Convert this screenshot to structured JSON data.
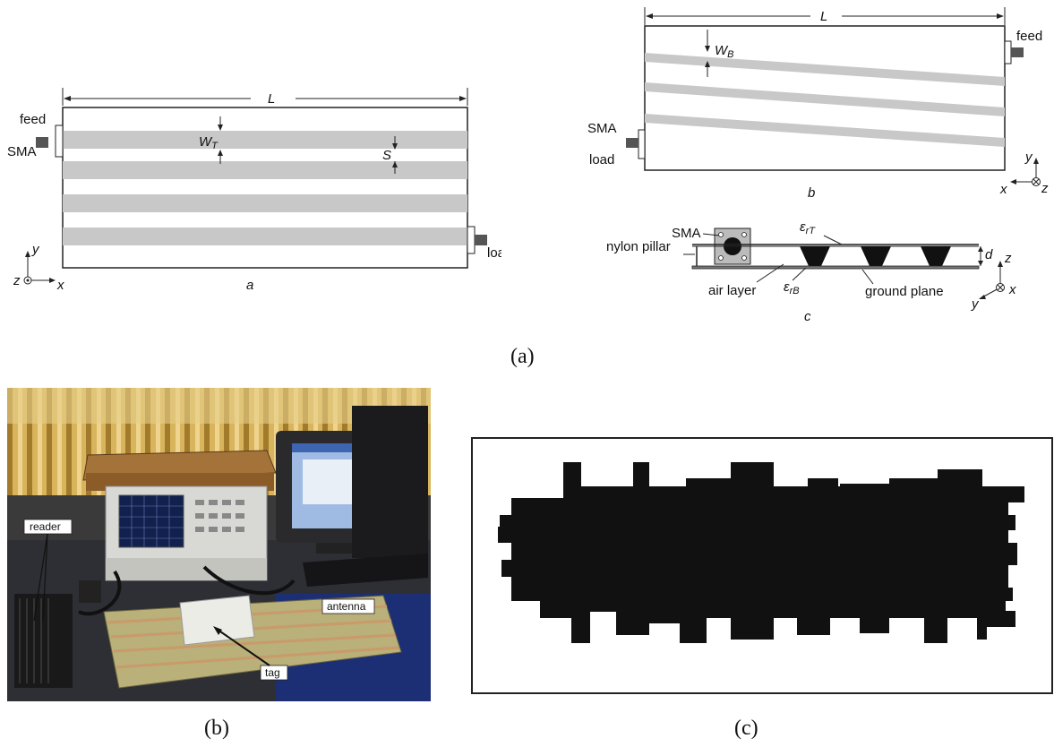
{
  "panel_a": {
    "sub_a": {
      "label_L": "L",
      "label_feed": "feed",
      "label_sma": "SMA",
      "label_wt": "W",
      "label_wt_sub": "T",
      "label_s": "S",
      "label_load": "load",
      "axis_y": "y",
      "axis_z": "z",
      "axis_x": "x",
      "sublabel": "a"
    },
    "sub_b": {
      "label_L": "L",
      "label_wb": "W",
      "label_wb_sub": "B",
      "label_feed": "feed",
      "label_sma": "SMA",
      "label_load": "load",
      "axis_y": "y",
      "axis_x": "x",
      "axis_z": "z",
      "sublabel": "b"
    },
    "sub_c": {
      "label_sma": "SMA",
      "label_eps_t": "ε",
      "label_eps_t_sub": "rT",
      "label_nylon": "nylon pillar",
      "label_d": "d",
      "label_z": "z",
      "label_air": "air layer",
      "label_eps_b": "ε",
      "label_eps_b_sub": "rB",
      "label_ground": "ground plane",
      "axis_y": "y",
      "axis_x": "x",
      "sublabel": "c"
    },
    "caption": "(a)"
  },
  "panel_b": {
    "label_reader": "reader",
    "label_antenna": "antenna",
    "label_tag": "tag",
    "caption": "(b)"
  },
  "panel_c": {
    "caption": "(c)"
  }
}
